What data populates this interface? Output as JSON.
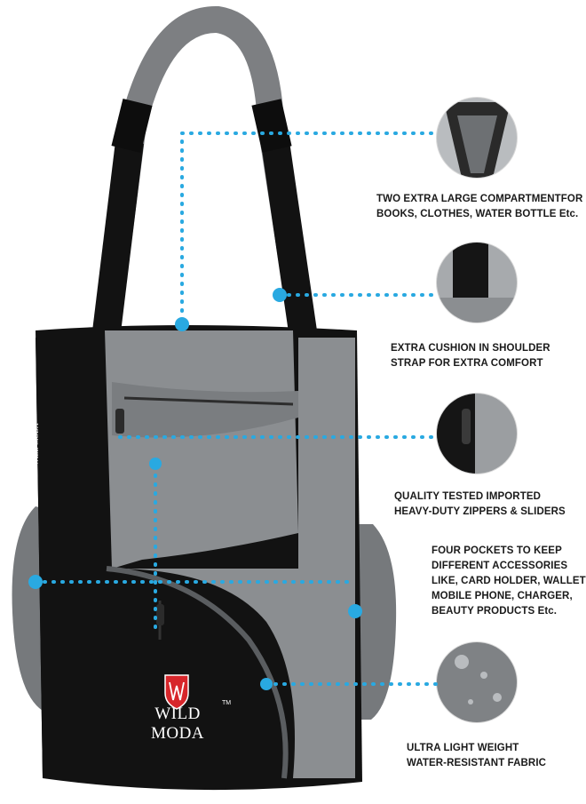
{
  "product": {
    "brand_name": "WILD MODA",
    "trademark": "TM",
    "side_label": "WILD MODA",
    "colors": {
      "body_black": "#121212",
      "panel_grey": "#8b8e91",
      "pocket_grey": "#76797c",
      "accent_blue": "#29a9e1",
      "logo_red": "#d7262b"
    }
  },
  "features": [
    {
      "id": "compartments",
      "text": "TWO EXTRA LARGE COMPARTMENTFOR\nBOOKS, CLOTHES, WATER  BOTTLE Etc."
    },
    {
      "id": "cushion",
      "text": "EXTRA CUSHION IN SHOULDER\nSTRAP FOR EXTRA COMFORT"
    },
    {
      "id": "zippers",
      "text": "QUALITY TESTED IMPORTED\nHEAVY-DUTY ZIPPERS & SLIDERS"
    },
    {
      "id": "pockets",
      "text": "FOUR POCKETS TO KEEP\nDIFFERENT ACCESSORIES\nLIKE, CARD HOLDER, WALLET\nMOBILE PHONE, CHARGER,\nBEAUTY PRODUCTS Etc."
    },
    {
      "id": "fabric",
      "text": "ULTRA LIGHT WEIGHT\nWATER-RESISTANT FABRIC"
    }
  ]
}
